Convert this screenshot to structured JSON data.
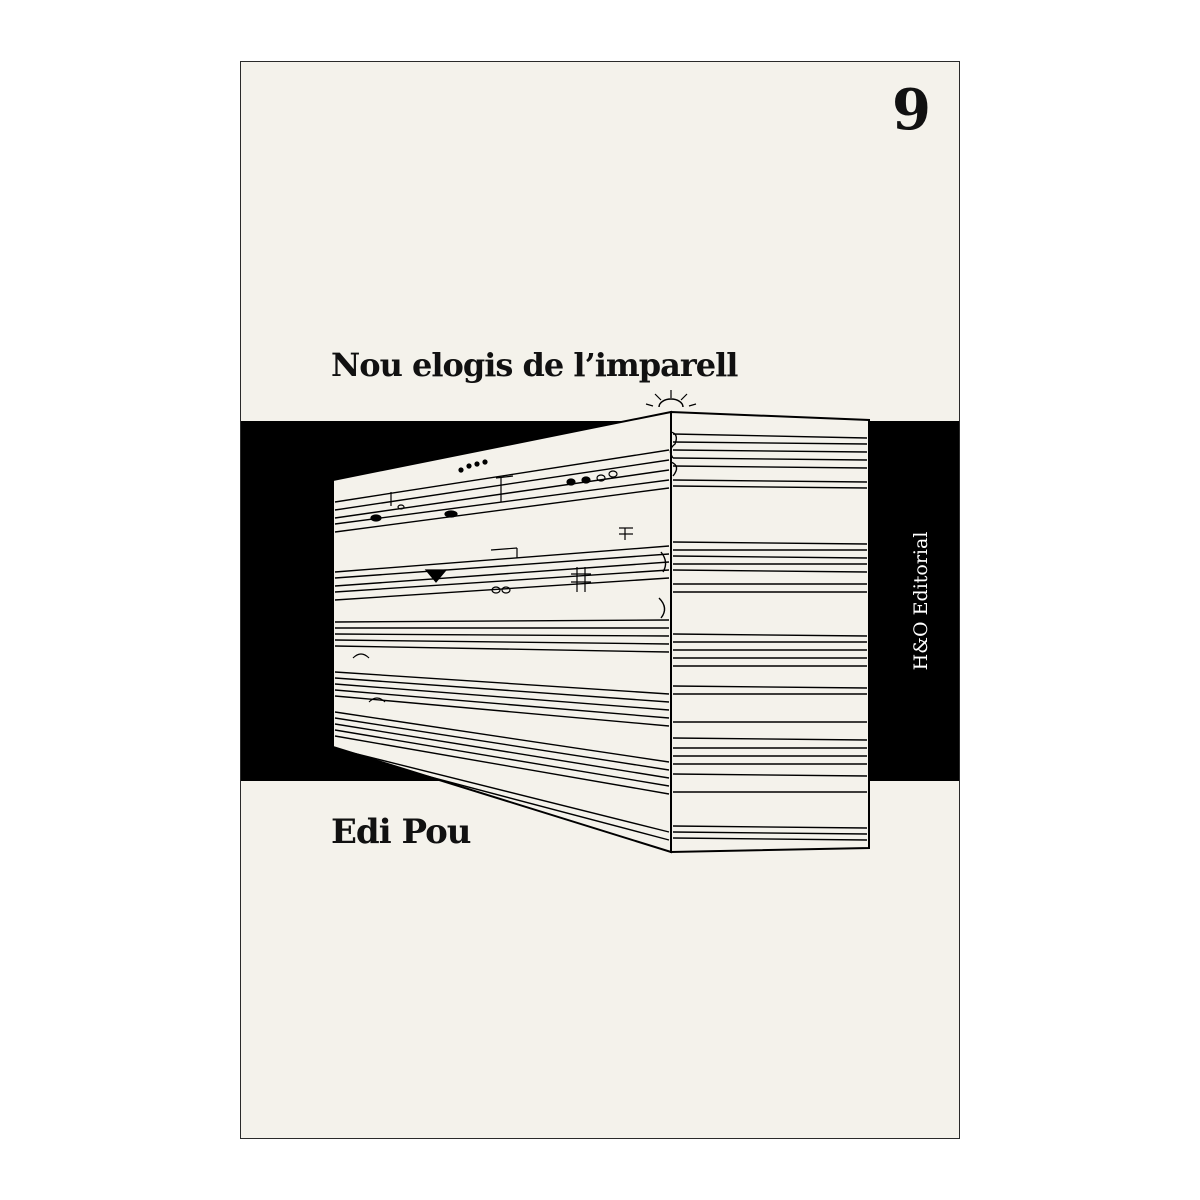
{
  "book": {
    "series_number": "9",
    "title": "Nou elogis de l’imparell",
    "author": "Edi Pou",
    "publisher": "H&O Editorial"
  },
  "colors": {
    "cover_background": "#f4f2eb",
    "band": "#000000",
    "text": "#111111",
    "publisher_text": "#ffffff"
  },
  "illustration": {
    "description_icon": "music-staff-block-drawing"
  }
}
